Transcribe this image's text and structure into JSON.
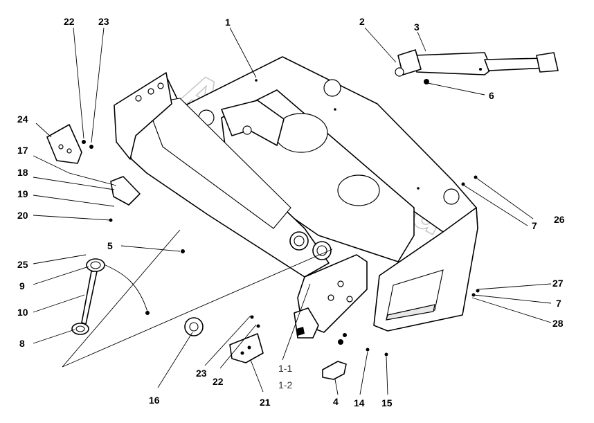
{
  "watermark": "AutoSoft.ru",
  "callouts": {
    "c1": "1",
    "c2": "2",
    "c3": "3",
    "c4": "4",
    "c5": "5",
    "c6": "6",
    "c7a": "7",
    "c7b": "7",
    "c8": "8",
    "c9": "9",
    "c10": "10",
    "c14": "14",
    "c15": "15",
    "c16": "16",
    "c17": "17",
    "c18": "18",
    "c19": "19",
    "c20": "20",
    "c21": "21",
    "c22a": "22",
    "c22b": "22",
    "c23a": "23",
    "c23b": "23",
    "c24": "24",
    "c25": "25",
    "c26": "26",
    "c27": "27",
    "c28": "28",
    "c1_1": "1-1",
    "c1_2": "1-2"
  }
}
